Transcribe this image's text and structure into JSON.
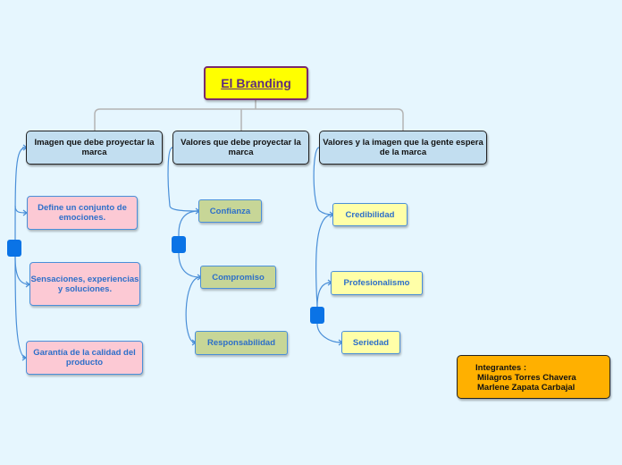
{
  "root": {
    "label": "El Branding"
  },
  "branches": [
    {
      "label": "Imagen que debe proyectar la marca",
      "children": [
        "Define un conjunto de emociones.",
        "Sensaciones, experiencias y soluciones.",
        "Garantía de la calidad del producto"
      ]
    },
    {
      "label": "Valores que debe proyectar la marca",
      "children": [
        "Confianza",
        "Compromiso",
        "Responsabilidad"
      ]
    },
    {
      "label": "Valores y la imagen que la gente espera de la marca",
      "children": [
        "Credibilidad",
        "Profesionalismo",
        "Seriedad"
      ]
    }
  ],
  "note": {
    "title": "Integrantes :",
    "members": [
      "Milagros Torres Chavera",
      "Marlene Zapata Carbajal"
    ]
  },
  "colors": {
    "background": "#e6f6fe",
    "root_fill": "#ffff00",
    "root_text": "#5e2a7e",
    "branch_fill": "#c2def0",
    "pink_fill": "#fcc9d4",
    "olive_fill": "#c7d697",
    "yellow_fill": "#ffffa8",
    "note_fill": "#ffb000",
    "connector_blue": "#4a8fd8",
    "handle_blue": "#0a73e6"
  }
}
